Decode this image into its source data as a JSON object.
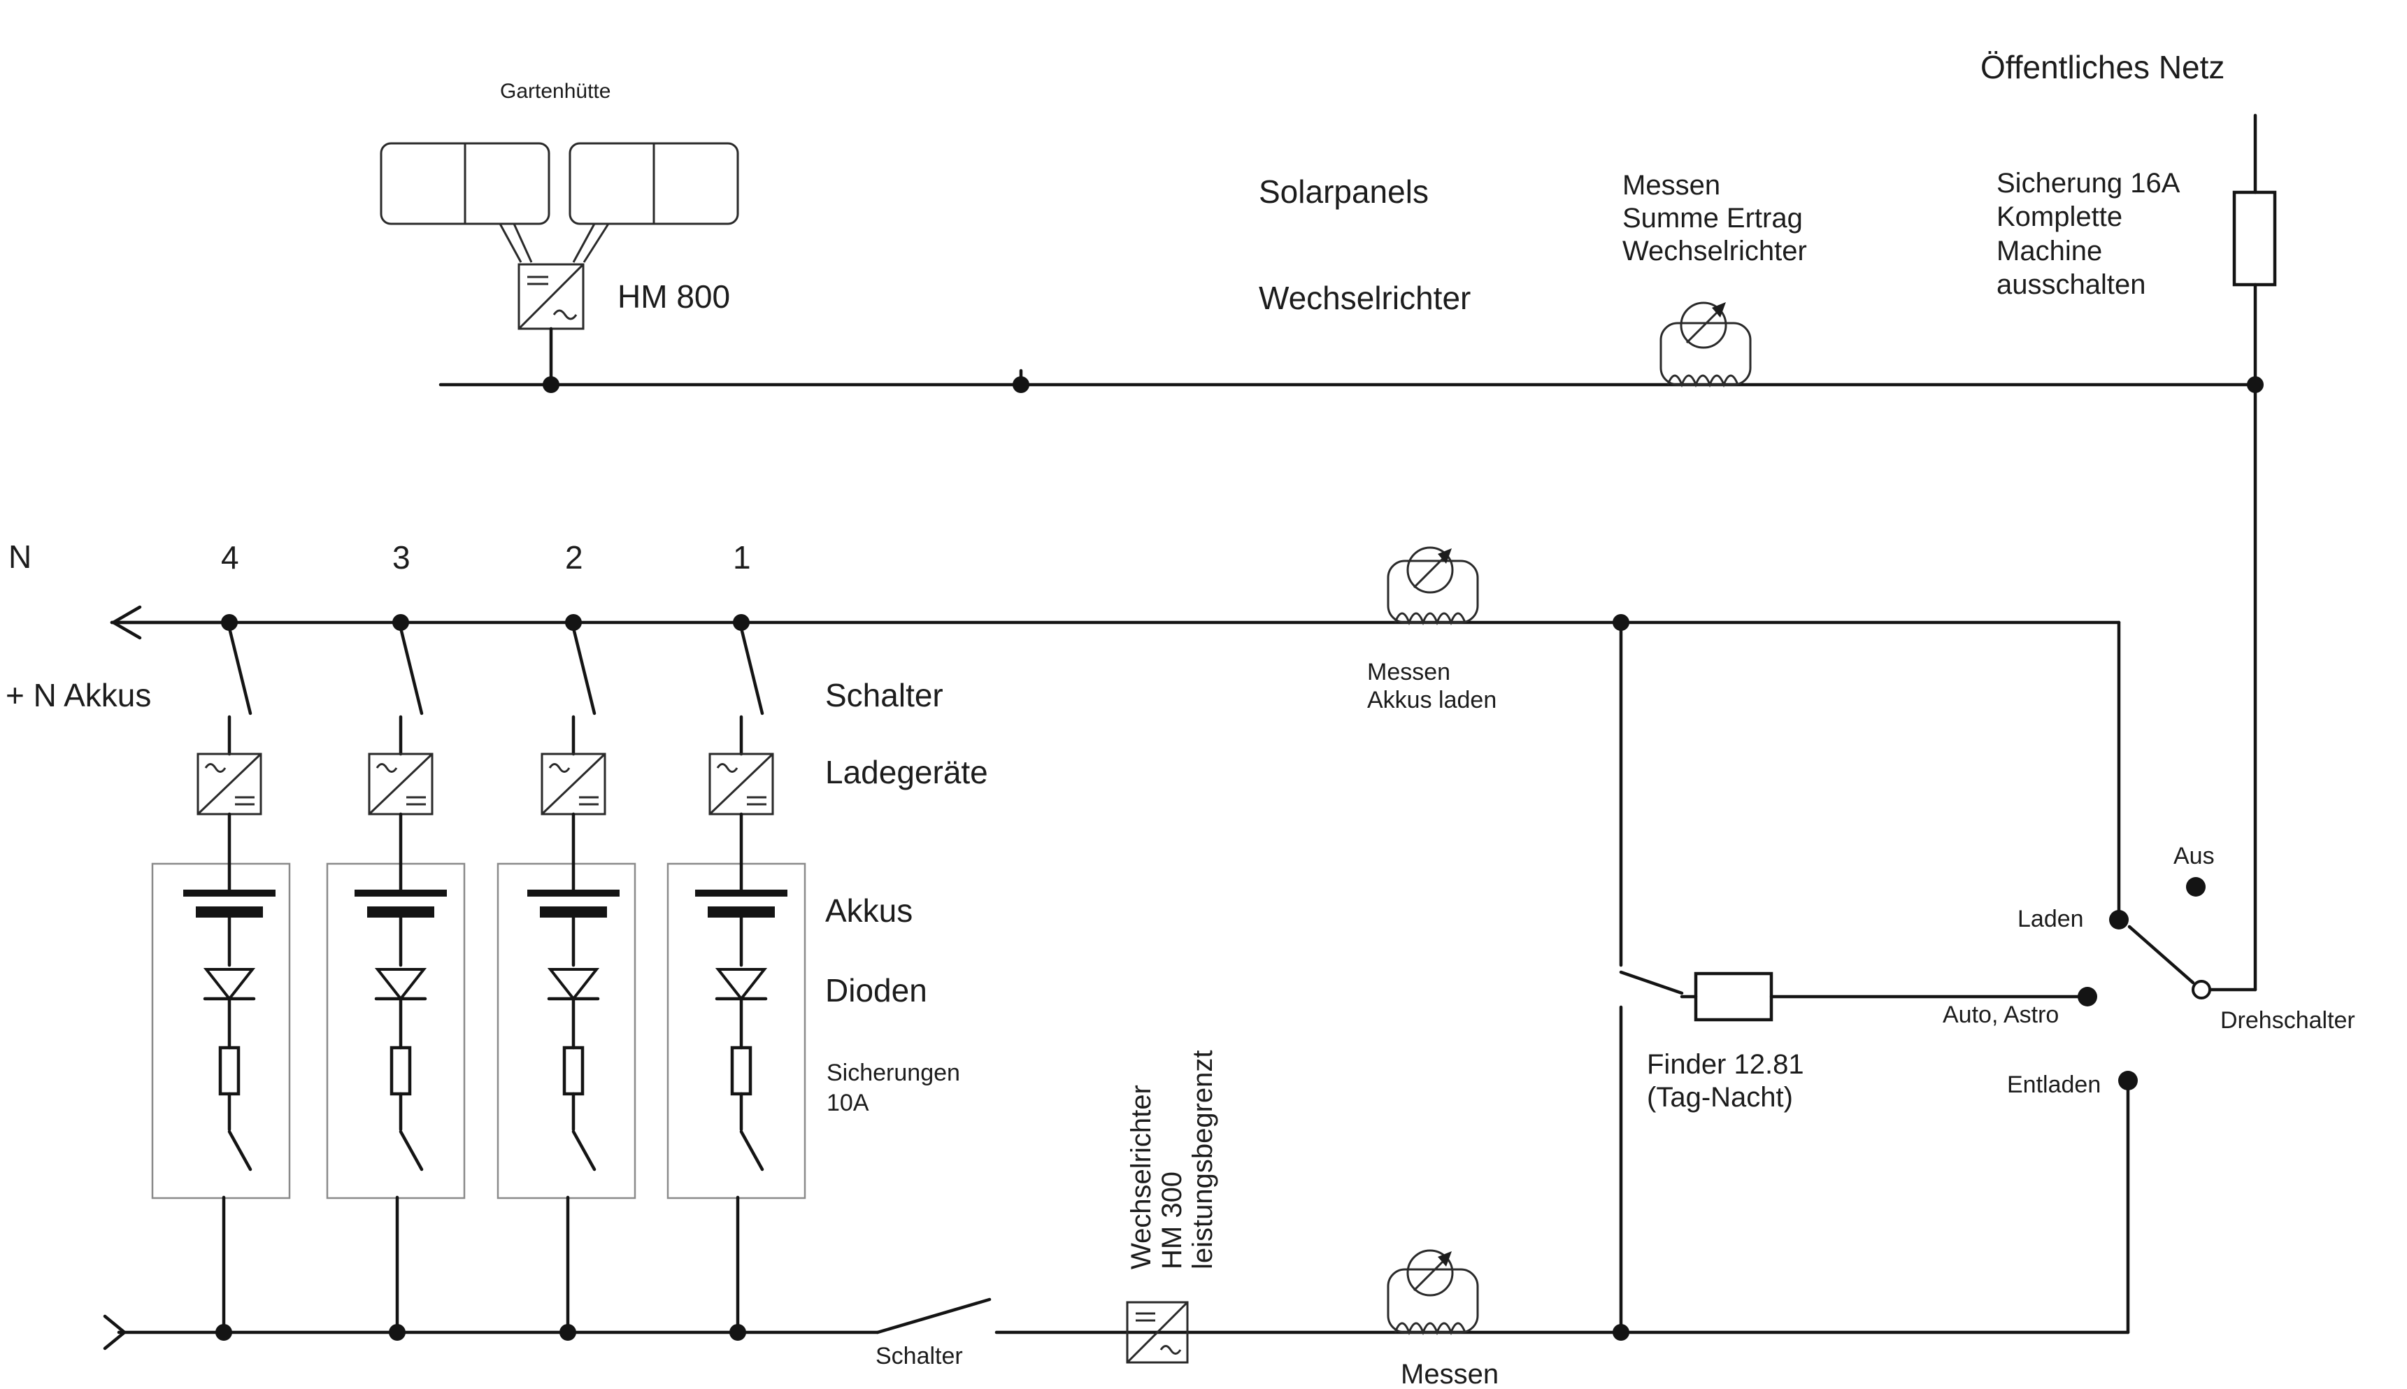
{
  "labels": {
    "garden_shed": "Gartenhütte",
    "hm800": "HM 800",
    "solarpanels": "Solarpanels",
    "inverter": "Wechselrichter",
    "meter_total": [
      "Messen",
      "Summe Ertrag",
      "Wechselrichter"
    ],
    "grid": "Öffentliches Netz",
    "fuse_16a": [
      "Sicherung 16A",
      "Komplette",
      "Machine",
      "ausschalten"
    ],
    "neutral": "N",
    "plus_n_batteries": "+ N Akkus",
    "channel_numbers": [
      "4",
      "3",
      "2",
      "1"
    ],
    "switch": "Schalter",
    "chargers": "Ladegeräte",
    "batteries": "Akkus",
    "diodes": "Dioden",
    "fuses_10a": [
      "Sicherungen",
      "10A"
    ],
    "meter_charge": [
      "Messen",
      "Akkus laden"
    ],
    "off": "Aus",
    "charge": "Laden",
    "auto_astro": "Auto, Astro",
    "rotary_switch": "Drehschalter",
    "finder": [
      "Finder 12.81",
      "(Tag-Nacht)"
    ],
    "discharge": "Entladen",
    "hm300": [
      "Wechselrichter",
      "HM 300",
      "leistungsbegrenzt"
    ],
    "bottom_switch": "Schalter",
    "meter_bottom": "Messen"
  }
}
